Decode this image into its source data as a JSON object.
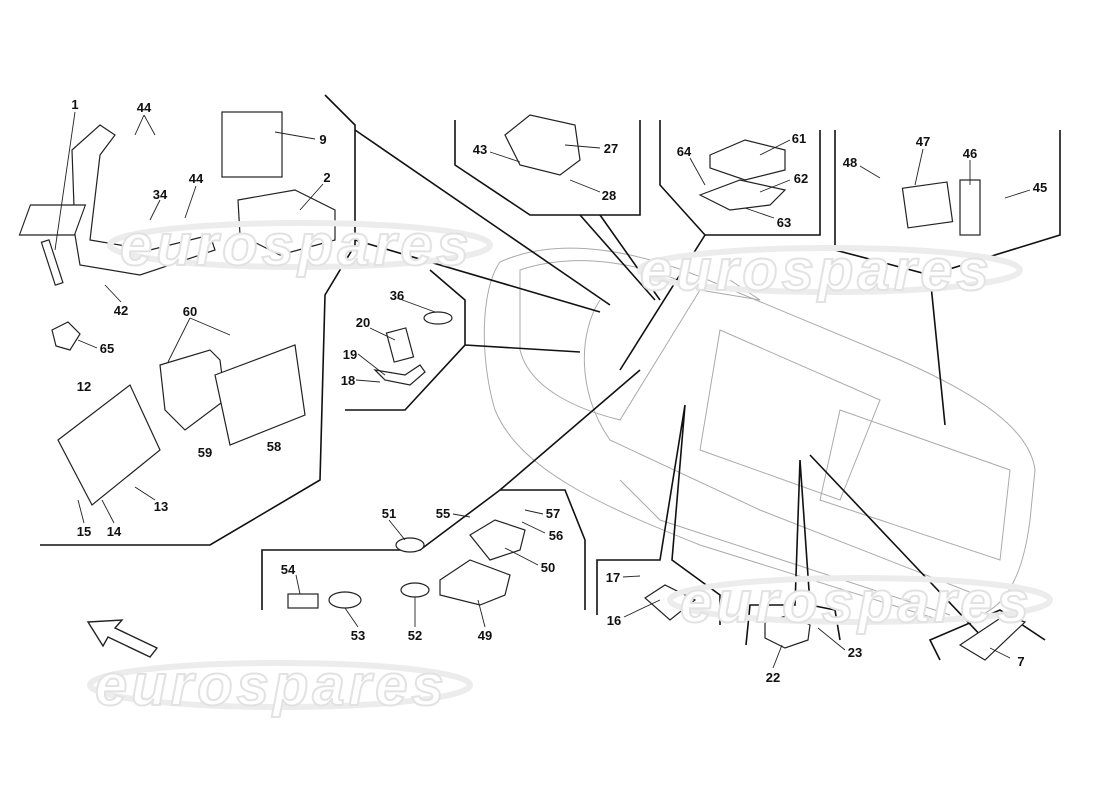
{
  "watermark": "eurospares",
  "labels": {
    "l1": "1",
    "l44a": "44",
    "l44b": "44",
    "l34": "34",
    "l9": "9",
    "l2": "2",
    "l42": "42",
    "l60": "60",
    "l65": "65",
    "l12": "12",
    "l59": "59",
    "l58": "58",
    "l13": "13",
    "l15": "15",
    "l14": "14",
    "l36": "36",
    "l20": "20",
    "l19": "19",
    "l18": "18",
    "l43": "43",
    "l27": "27",
    "l28": "28",
    "l64": "64",
    "l61": "61",
    "l62": "62",
    "l63": "63",
    "l48": "48",
    "l47": "47",
    "l46": "46",
    "l45": "45",
    "l55": "55",
    "l57": "57",
    "l56": "56",
    "l51": "51",
    "l54": "54",
    "l50": "50",
    "l53": "53",
    "l52": "52",
    "l49": "49",
    "l17": "17",
    "l16": "16",
    "l22": "22",
    "l23": "23",
    "l7": "7"
  }
}
